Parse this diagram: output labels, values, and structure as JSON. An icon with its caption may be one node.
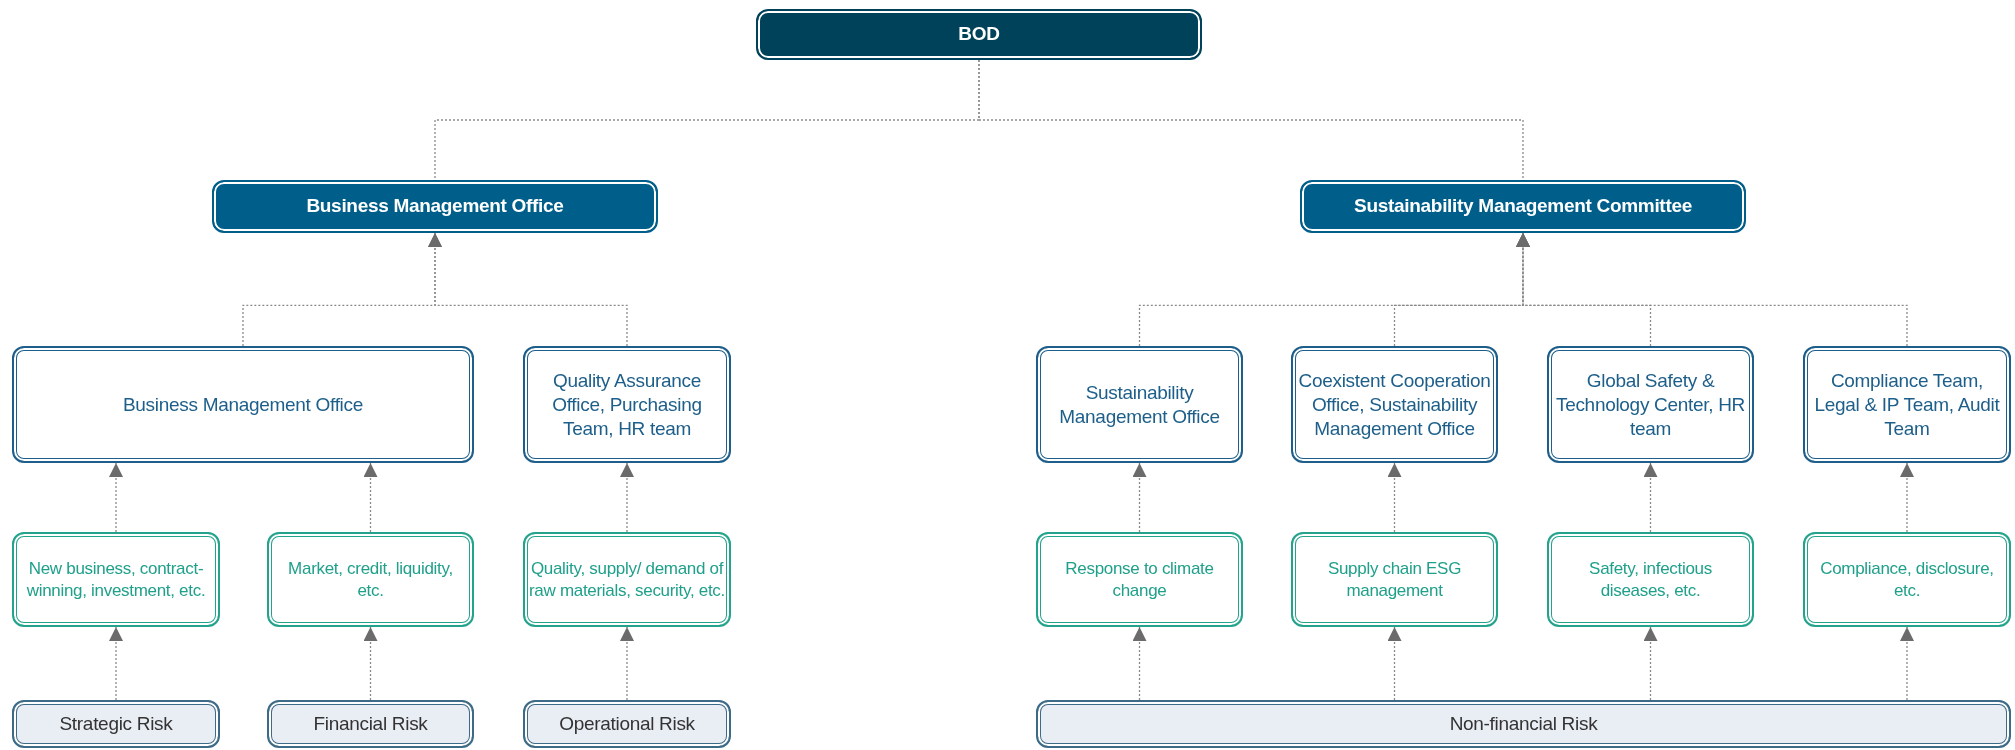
{
  "diagram": {
    "nodes": [
      {
        "text": [
          "BOD"
        ]
      },
      {
        "text": [
          "Business Management Office"
        ]
      },
      {
        "text": [
          "Sustainability Management Committee"
        ]
      },
      {
        "text": [
          "Business Management Office"
        ]
      },
      {
        "text": [
          "Quality Assurance Office, Purchasing Team, HR team"
        ]
      },
      {
        "text": [
          "Sustainability Management Office"
        ]
      },
      {
        "text": [
          "Coexistent Cooperation Office, Sustainability Management Office"
        ]
      },
      {
        "text": [
          "Global Safety & Technology Center, HR team"
        ]
      },
      {
        "text": [
          "Compliance Team, Legal & IP Team, Audit Team"
        ]
      },
      {
        "text": [
          "New business, contract-winning, investment, etc."
        ]
      },
      {
        "text": [
          "Market, credit, liquidity, etc."
        ]
      },
      {
        "text": [
          "Quality, supply/ demand of raw materials, security, etc."
        ]
      },
      {
        "text": [
          "Response to climate change"
        ]
      },
      {
        "text": [
          "Supply chain ESG management"
        ]
      },
      {
        "text": [
          "Safety, infectious diseases, etc."
        ]
      },
      {
        "text": [
          "Compliance, disclosure, etc."
        ]
      },
      {
        "text": [
          "Strategic Risk"
        ]
      },
      {
        "text": [
          "Financial Risk"
        ]
      },
      {
        "text": [
          "Operational Risk"
        ]
      },
      {
        "text": [
          "Non-financial Risk"
        ]
      }
    ],
    "edges": [
      {
        "from": 0,
        "to": 1,
        "arrow": "none",
        "style": "dashed"
      },
      {
        "from": 0,
        "to": 2,
        "arrow": "none",
        "style": "dashed"
      },
      {
        "from": 3,
        "to": 1,
        "arrow": "to",
        "style": "dashed"
      },
      {
        "from": 4,
        "to": 1,
        "arrow": "to",
        "style": "dashed"
      },
      {
        "from": 5,
        "to": 2,
        "arrow": "to",
        "style": "dashed"
      },
      {
        "from": 6,
        "to": 2,
        "arrow": "to",
        "style": "dashed"
      },
      {
        "from": 7,
        "to": 2,
        "arrow": "to",
        "style": "dashed"
      },
      {
        "from": 8,
        "to": 2,
        "arrow": "to",
        "style": "dashed"
      },
      {
        "from": 9,
        "to": 3,
        "arrow": "to",
        "style": "dashed"
      },
      {
        "from": 10,
        "to": 3,
        "arrow": "to",
        "style": "dashed"
      },
      {
        "from": 11,
        "to": 4,
        "arrow": "to",
        "style": "dashed"
      },
      {
        "from": 12,
        "to": 5,
        "arrow": "to",
        "style": "dashed"
      },
      {
        "from": 13,
        "to": 6,
        "arrow": "to",
        "style": "dashed"
      },
      {
        "from": 14,
        "to": 7,
        "arrow": "to",
        "style": "dashed"
      },
      {
        "from": 15,
        "to": 8,
        "arrow": "to",
        "style": "dashed"
      },
      {
        "from": 16,
        "to": 9,
        "arrow": "to",
        "style": "dashed"
      },
      {
        "from": 17,
        "to": 10,
        "arrow": "to",
        "style": "dashed"
      },
      {
        "from": 18,
        "to": 11,
        "arrow": "to",
        "style": "dashed"
      },
      {
        "from": 19,
        "to": 12,
        "arrow": "to",
        "style": "dashed"
      },
      {
        "from": 19,
        "to": 13,
        "arrow": "to",
        "style": "dashed"
      },
      {
        "from": 19,
        "to": 14,
        "arrow": "to",
        "style": "dashed"
      },
      {
        "from": 19,
        "to": 15,
        "arrow": "to",
        "style": "dashed"
      }
    ]
  }
}
